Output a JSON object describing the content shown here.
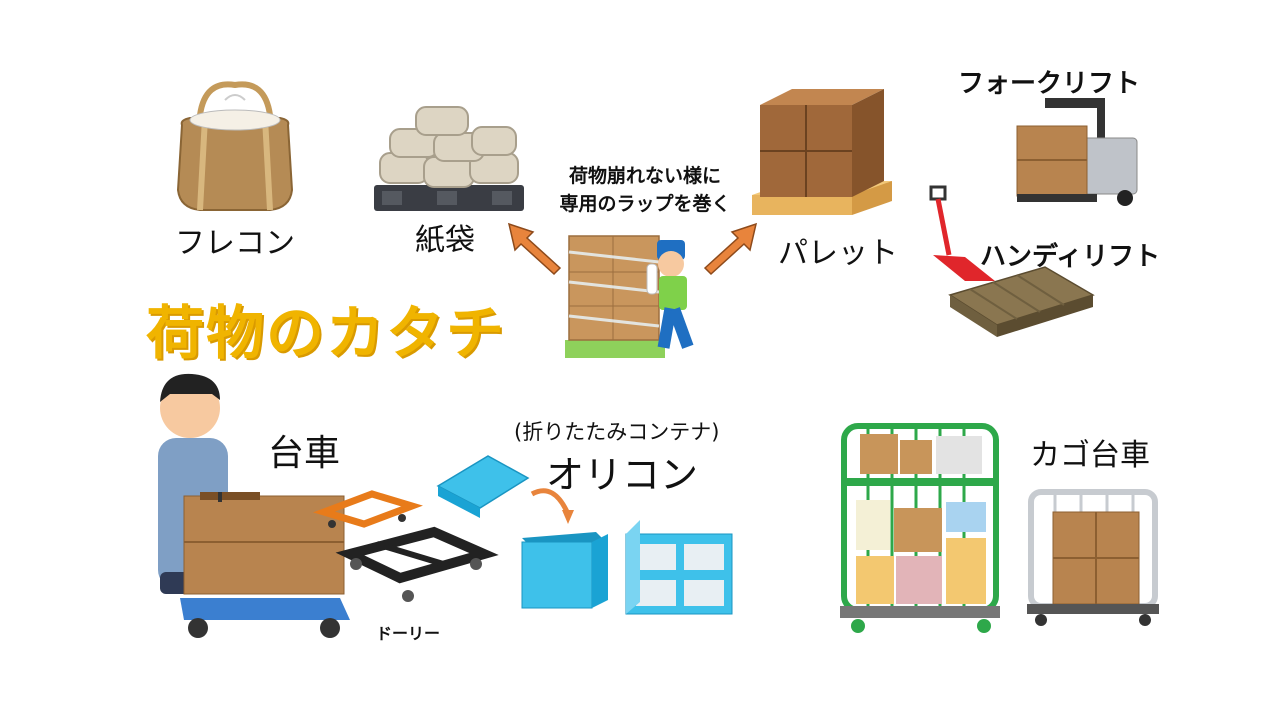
{
  "title": "荷物のカタチ",
  "caption": {
    "line1": "荷物崩れない様に",
    "line2": "専用のラップを巻く"
  },
  "labels": {
    "flecon": "フレコン",
    "kamibukuro": "紙袋",
    "pallet": "パレット",
    "forklift": "フォークリフト",
    "handylift": "ハンディリフト",
    "daisha": "台車",
    "dolly": "ドーリー",
    "orikon_note": "(折りたたみコンテナ)",
    "orikon": "オリコン",
    "kago_daisha": "カゴ台車"
  },
  "colors": {
    "title": "#F0B400",
    "arrow": "#E8843C",
    "cardboard": "#B07A46",
    "container": "#3EC1EA",
    "cage": "#2EA84A",
    "lift_red": "#E0262B"
  },
  "icons": [
    "bulk-bag-icon",
    "paper-bags-icon",
    "pallet-boxes-icon",
    "forklift-icon",
    "hand-pallet-truck-icon",
    "wrapping-worker-icon",
    "hand-truck-worker-icon",
    "dolly-icon",
    "folding-container-icon",
    "cage-cart-icon"
  ]
}
